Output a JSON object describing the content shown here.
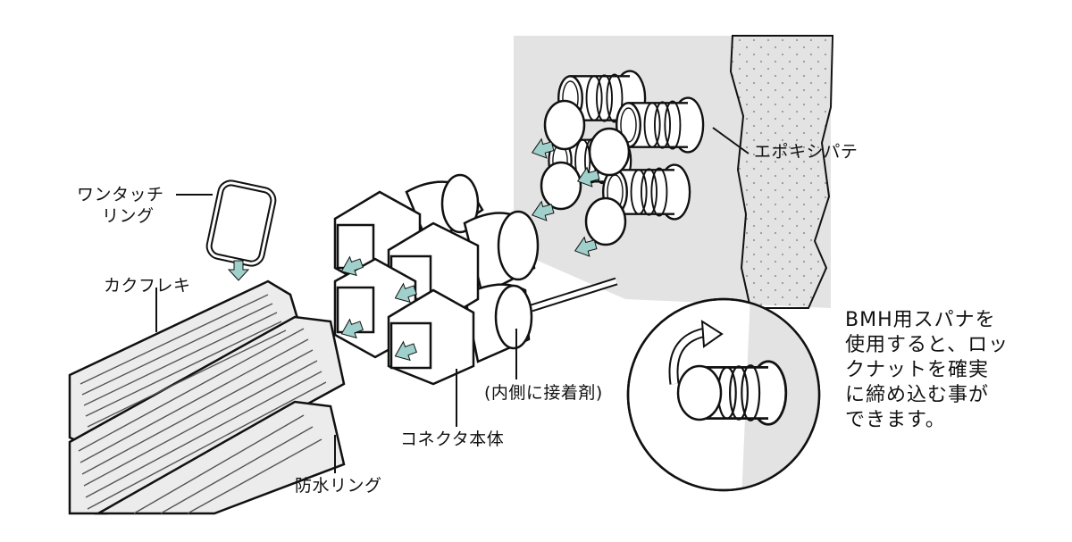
{
  "labels": {
    "one_touch_ring": [
      "ワンタッチ",
      "リング"
    ],
    "kakuflex": "カクフレキ",
    "epoxy_putty": "エポキシパテ",
    "adhesive": "(内側に接着剤)",
    "connector_body": "コネクタ本体",
    "waterproof_ring": "防水リング",
    "note": [
      "BMH用スパナを",
      "使用すると、ロッ",
      "クナットを確実",
      "に締め込む事が",
      "できます。"
    ]
  },
  "colors": {
    "wall": "#e3e3e3",
    "putty": "#ffffff",
    "line": "#111111",
    "arrow": "#9fd0cb",
    "circle_bg": "#e8e8e8"
  },
  "icons": [
    "push-arrow-icon",
    "rotate-arrow-icon"
  ]
}
